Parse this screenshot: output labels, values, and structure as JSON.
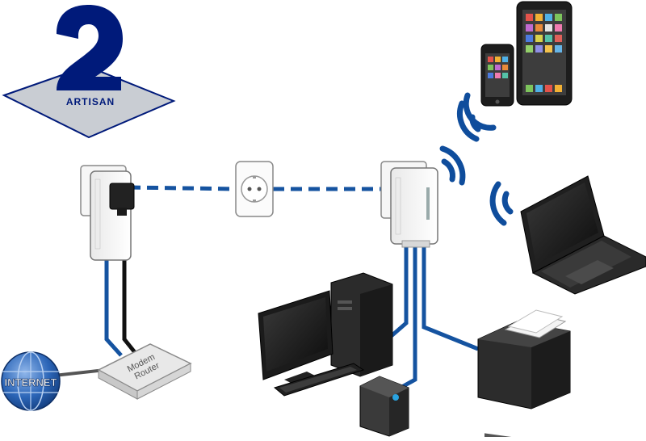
{
  "logo": {
    "text": "ARTISAN",
    "colors": {
      "navy": "#001a7a",
      "diamond_fill": "#c9cdd3",
      "diamond_stroke": "#001a7a"
    }
  },
  "labels": {
    "internet": "INTERNET",
    "router_line1": "Modem",
    "router_line2": "Router"
  },
  "colors": {
    "cable_blue": "#1553a0",
    "powerline_dash": "#1553a0",
    "wifi_blue": "#0f4d9c",
    "black_cable": "#111111",
    "grey_cable": "#555555",
    "globe": "#2c66b8"
  },
  "icons": [
    "artisan-logo",
    "powerline-adapter-left",
    "power-outlet",
    "powerline-wifi-adapter",
    "internet-globe",
    "modem-router",
    "desktop-computer",
    "nas-drive",
    "printer",
    "laptop",
    "smartphone",
    "tablet",
    "wifi-signal"
  ]
}
